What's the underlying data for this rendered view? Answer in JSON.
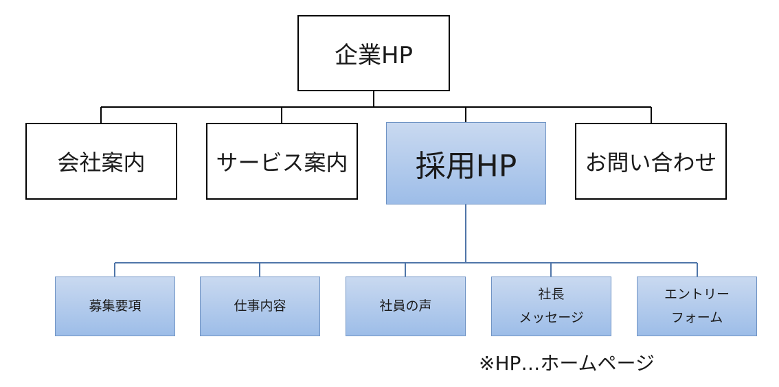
{
  "diagram": {
    "root": {
      "label": "企業HP"
    },
    "level1": [
      {
        "label": "会社案内"
      },
      {
        "label": "サービス案内"
      },
      {
        "label": "採用HP"
      },
      {
        "label": "お問い合わせ"
      }
    ],
    "level2": [
      {
        "lines": [
          "募集要項"
        ]
      },
      {
        "lines": [
          "仕事内容"
        ]
      },
      {
        "lines": [
          "社員の声"
        ]
      },
      {
        "lines": [
          "社長",
          "メッセージ"
        ]
      },
      {
        "lines": [
          "エントリー",
          "フォーム"
        ]
      }
    ],
    "footnote": "※HP…ホームページ",
    "colors": {
      "connector_black": "#000000",
      "connector_blue": "#4f75a8",
      "highlight_fill_top": "#c9d9f0",
      "highlight_fill_bottom": "#9dbde8"
    }
  }
}
